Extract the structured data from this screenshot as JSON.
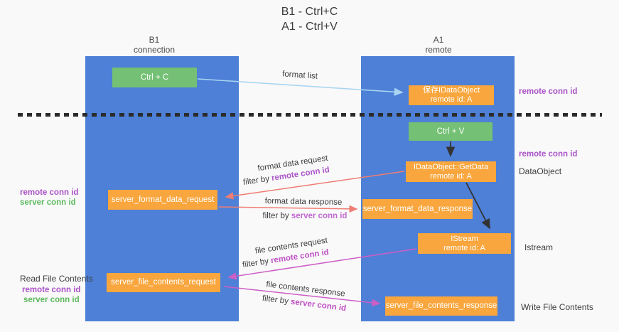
{
  "title": {
    "line1": "B1 - Ctrl+C",
    "line2": "A1 - Ctrl+V"
  },
  "lanes": {
    "left": {
      "title": "B1",
      "subtitle": "connection"
    },
    "right": {
      "title": "A1",
      "subtitle": "remote"
    }
  },
  "nodes": {
    "ctrl_c": {
      "label": "Ctrl + C"
    },
    "save_idataobject": {
      "line1": "保存IDataObject",
      "line2": "remote id: A"
    },
    "ctrl_v": {
      "label": "Ctrl + V"
    },
    "idataobject_getdata": {
      "line1": "IDataObject::GetData",
      "line2": "remote id: A"
    },
    "server_format_data_request": {
      "label": "server_format_data_request"
    },
    "server_format_data_response": {
      "label": "server_format_data_response"
    },
    "istream": {
      "line1": "IStream",
      "line2": "remote id: A"
    },
    "server_file_contents_request": {
      "label": "server_file_contents_request"
    },
    "server_file_contents_response": {
      "label": "server_file_contents_response"
    }
  },
  "edge_labels": {
    "format_list": "format list",
    "format_data_request": "format data request",
    "format_data_response": "format data response",
    "file_contents_request": "file contents request",
    "file_contents_response": "file contents response",
    "filter_by": "filter by"
  },
  "annotations": {
    "remote_conn_id": "remote conn id",
    "server_conn_id": "server conn id",
    "dataobject": "DataObject",
    "istream": "Istream",
    "read_file_contents": "Read File Contents",
    "write_file_contents": "Write File Contents"
  },
  "colors": {
    "lane_blue": "#4d80d6",
    "box_orange": "#f8a63d",
    "box_green": "#74c074",
    "arrow_lightblue": "#a9d5f1",
    "arrow_red": "#ef7d74",
    "arrow_magenta": "#cd5ec6",
    "arrow_black": "#333333",
    "text_purple": "#ab53c8",
    "text_green": "#5eb95e",
    "text_orchid": "#c168d0"
  }
}
